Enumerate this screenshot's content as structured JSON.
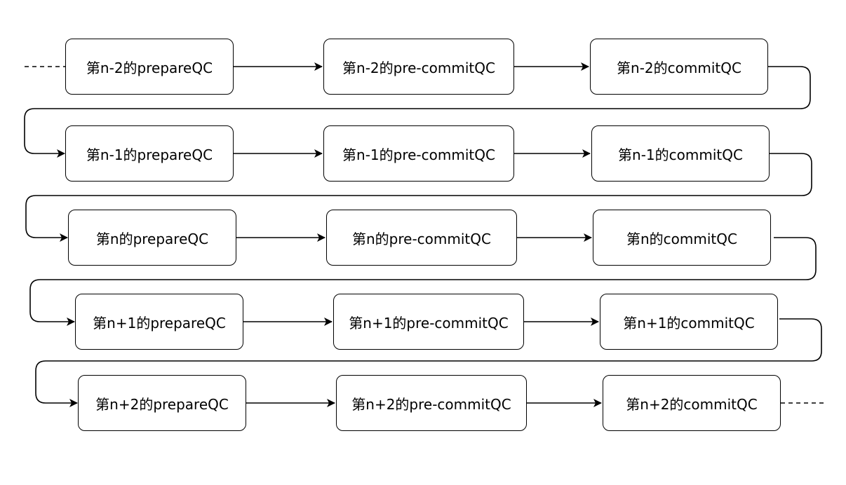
{
  "diagram": {
    "rows": [
      {
        "prefix": "第n-2的",
        "nodes": [
          "第n-2的prepareQC",
          "第n-2的pre-commitQC",
          "第n-2的commitQC"
        ]
      },
      {
        "prefix": "第n-1的",
        "nodes": [
          "第n-1的prepareQC",
          "第n-1的pre-commitQC",
          "第n-1的commitQC"
        ]
      },
      {
        "prefix": "第n的",
        "nodes": [
          "第n的prepareQC",
          "第n的pre-commitQC",
          "第n的commitQC"
        ]
      },
      {
        "prefix": "第n+1的",
        "nodes": [
          "第n+1的prepareQC",
          "第n+1的pre-commitQC",
          "第n+1的commitQC"
        ]
      },
      {
        "prefix": "第n+2的",
        "nodes": [
          "第n+2的prepareQC",
          "第n+2的pre-commitQC",
          "第n+2的commitQC"
        ]
      }
    ],
    "continues_before_first": true,
    "continues_after_last": true,
    "colors": {
      "stroke": "#000000",
      "fill": "#ffffff",
      "text": "#000000"
    }
  }
}
